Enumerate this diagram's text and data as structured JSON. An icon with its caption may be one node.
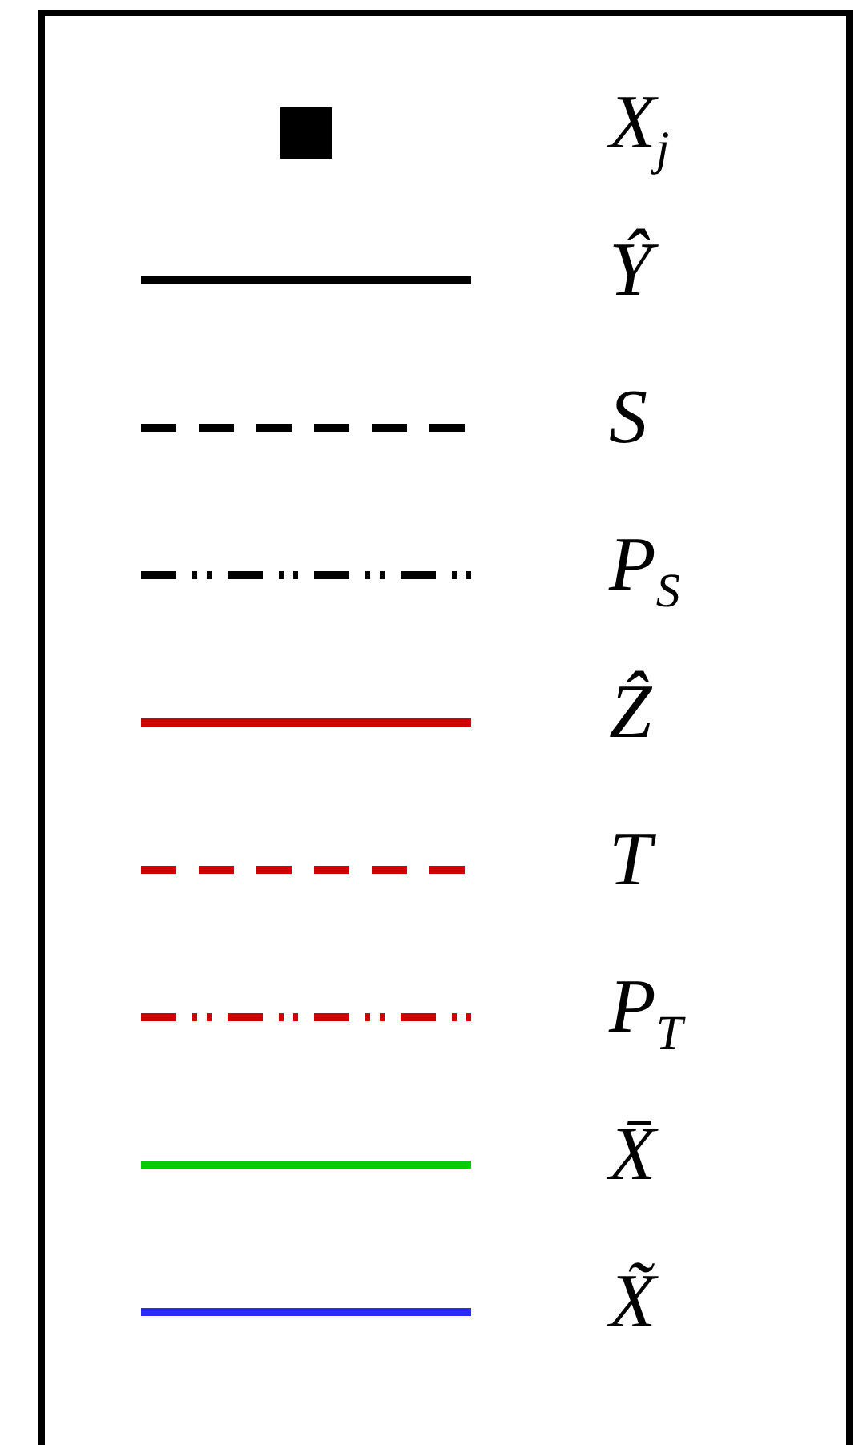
{
  "diagram": {
    "legend": [
      {
        "text": "X$_{j}$"
      },
      {
        "text": "Ŷ"
      },
      {
        "text": "S"
      },
      {
        "text": "P$_{S}$"
      },
      {
        "text": "Ẑ"
      },
      {
        "text": "T"
      },
      {
        "text": "P$_{T}$"
      },
      {
        "text": "X̄"
      },
      {
        "text": "X̃"
      }
    ]
  }
}
